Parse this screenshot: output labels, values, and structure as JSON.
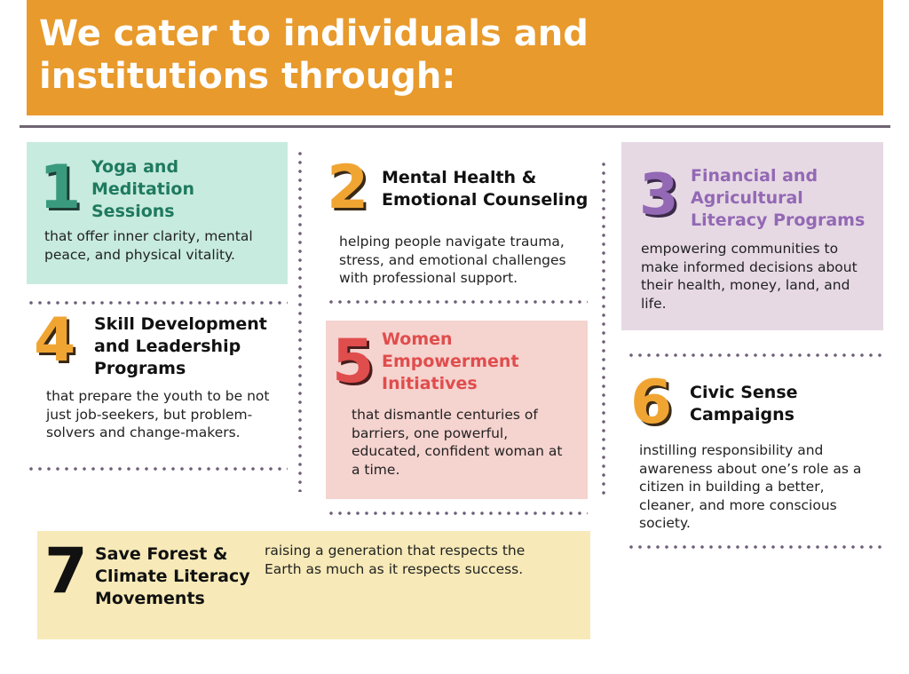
{
  "header": {
    "title": "We cater to individuals and institutions through:",
    "bg_color": "#e89a2c"
  },
  "items": [
    {
      "num": "1",
      "title": "Yoga and Meditation Sessions",
      "desc": "that offer inner clarity, mental peace, and physical vitality.",
      "bg": "#c7ebdf",
      "title_color": "#1f7a5e"
    },
    {
      "num": "2",
      "title": "Mental Health & Emotional Counseling",
      "desc": "helping people navigate trauma, stress, and emotional challenges with professional support.",
      "bg": "#ffffff",
      "title_color": "#111111"
    },
    {
      "num": "3",
      "title": "Financial and Agricultural Literacy Programs",
      "desc": "empowering communities to make informed decisions about their health, money, land, and life.",
      "bg": "#e6d9e4",
      "title_color": "#9368b4"
    },
    {
      "num": "4",
      "title": "Skill Development and Leadership Programs",
      "desc": "that prepare the youth to be not just job-seekers, but problem-solvers and change-makers.",
      "bg": "#ffffff",
      "title_color": "#111111"
    },
    {
      "num": "5",
      "title": "Women Empowerment Initiatives",
      "desc": "that dismantle centuries of barriers, one powerful, educated, confident woman at a time.",
      "bg": "#f5d3cf",
      "title_color": "#e04d4d"
    },
    {
      "num": "6",
      "title": "Civic Sense Campaigns",
      "desc": "instilling responsibility and awareness about one’s role as a citizen in building a better, cleaner, and more conscious society.",
      "bg": "#ffffff",
      "title_color": "#111111"
    },
    {
      "num": "7",
      "title": "Save Forest & Climate Literacy Movements",
      "desc": "raising a generation that respects the Earth as much as it respects success.",
      "bg": "#f7eab8",
      "title_color": "#111111"
    }
  ]
}
